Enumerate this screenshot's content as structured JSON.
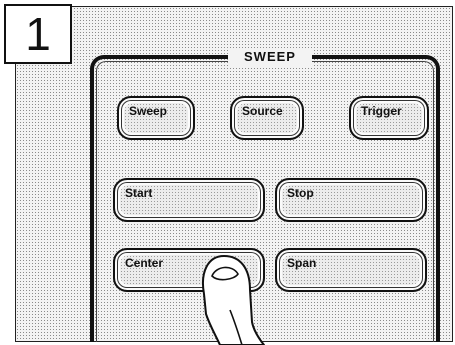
{
  "step_number": "1",
  "group_title": "SWEEP",
  "keys": {
    "sweep": "Sweep",
    "source": "Source",
    "trigger": "Trigger",
    "start": "Start",
    "stop": "Stop",
    "center": "Center",
    "span": "Span"
  },
  "icons": {
    "pointer": "finger-pressing-icon"
  }
}
